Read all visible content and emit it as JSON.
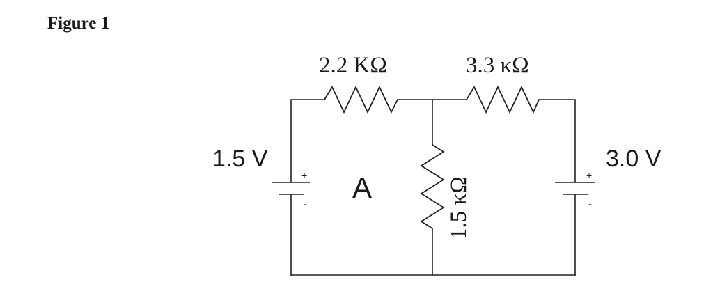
{
  "figure_title": "Figure 1",
  "components": {
    "resistor_top_left": "2.2 KΩ",
    "resistor_top_right": "3.3 κΩ",
    "resistor_middle": "1.5 κΩ",
    "battery_left": {
      "voltage": "1.5 V",
      "plus": "+",
      "minus": "-"
    },
    "battery_right": {
      "voltage": "3.0 V",
      "plus": "+",
      "minus": "-"
    }
  },
  "loop_label": "A",
  "colors": {
    "line": "#222222",
    "text": "#1a1a1a",
    "background": "#ffffff"
  }
}
